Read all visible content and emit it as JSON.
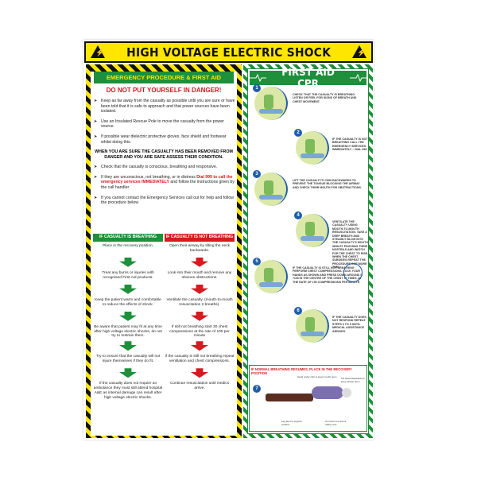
{
  "title": "HIGH VOLTAGE ELECTRIC SHOCK",
  "icons": {
    "warning": "high-voltage-warning-triangle",
    "heartbeat": "ecg-line"
  },
  "colors": {
    "yellow": "#ffe600",
    "green": "#1e8f3a",
    "red": "#d71920",
    "blue": "#1f5da8"
  },
  "left": {
    "heading": "EMERGENCY PROCEDURE & FIRST AID",
    "warning": "DO NOT PUT YOURSELF IN DANGER!",
    "bullets1": [
      "Keep as far away from the casualty as possible until you are sure or have been told that it is safe to approach and that power sources have been isolated.",
      "Use an Insulated Rescue Pole to move the casualty from the power source.",
      "If possible wear dielectric protective gloves, face shield and footwear whilst doing this."
    ],
    "subheading": "WHEN YOU ARE SURE THE CASUALTY HAS BEEN REMOVED FROM DANGER AND YOU ARE SAFE ASSESS THEIR CONDITION.",
    "bullets2": [
      {
        "text": "Check that the casualty is conscious, breathing and responsive."
      },
      {
        "pre": "If they are unconscious, not breathing, or in distress",
        "red": "Dial 999 to call the emergency services IMMEDIATELY",
        "post": "and follow the instructions given by the call handler."
      },
      {
        "text": "If you cannot contact the Emergency Services call out for help and follow the procedure below."
      }
    ],
    "breathing": {
      "header": "IF CASUALTY IS BREATHING",
      "steps": [
        "Place in the recovery position.",
        "Treat any burns or injuries with recognised First Aid products.",
        "Keep the patient warm and comfortable to reduce the effects of shock.",
        "Be aware that patient may fit at any time after high voltage electric shocks, do not try to restrain them.",
        "Try to ensure that the casualty will not injure themselves if they do fit.",
        "If the casualty does not require an ambulance they must still attend hospital A&E as internal damage can result after high voltage electric shocks."
      ]
    },
    "not_breathing": {
      "header": "IF CASUALTY IS NOT BREATHING",
      "steps": [
        "Open their airway by tilting the neck backwards.",
        "Look into their mouth and remove any obvious obstructions.",
        "Ventilate the casualty. (mouth-to-mouth resuscitation 2 breaths).",
        "If still not breathing start 30 chest compressions at the rate of 100 per minute",
        "If the casualty is still not breathing repeat ventilation and chest compressions.",
        "Continue resuscitation until medics arrive."
      ]
    }
  },
  "right": {
    "heading": "FIRST AID CPR",
    "steps": [
      {
        "n": "1",
        "text": "Check that the casualty is breathing. Listen or feel for signs of breath and chest movement."
      },
      {
        "n": "2",
        "text": "If the casualty is not breathing call the emergency services immediately – dial 999"
      },
      {
        "n": "3",
        "text": "Lift the casualty's chin backwards to prevent the tongue blocking the airway and check their mouth for obstructions."
      },
      {
        "n": "4",
        "text": "Ventilate the casualty using mouth-to-mouth resuscitation. Take a deep breath and steadily blow into the casualty's mouth whilst pinching their nostrils and watch for the chest to rise. When the chest subsides repeat the procedure one more time."
      },
      {
        "n": "5",
        "text": "If the casualty is still not breathing perform chest compressions. Lock your hands as shown and press down around 5-7cm in the centre of the chest 30 times, at the rate of 100 compressions per minute."
      },
      {
        "n": "6",
        "text": "If the casualty does not respond repeat steps 4 to 5 until medical assistance arrives."
      }
    ],
    "recovery": {
      "heading": "IF NORMAL BREATHING RESUMES, PLACE IN THE RECOVERY POSITION",
      "n": "7",
      "labels": [
        "Hand under chin to keep mouth open",
        "Tilt head backwards to keep airway open",
        "Leg bent to support position",
        "Arm bent to prevent rolling over"
      ]
    }
  }
}
